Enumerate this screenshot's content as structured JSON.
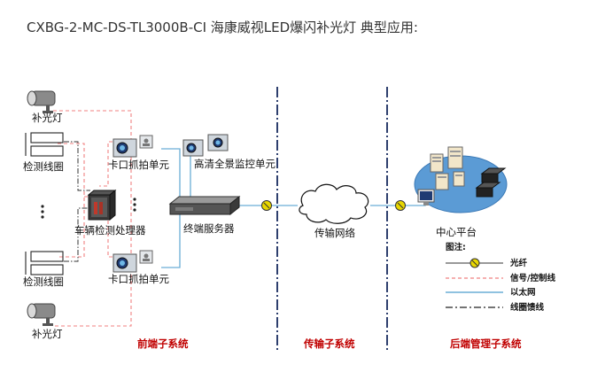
{
  "page": {
    "title": "CXBG-2-MC-DS-TL3000B-CI 海康威视LED爆闪补光灯 典型应用:"
  },
  "diagram": {
    "labels": {
      "fill_light_top": "补光灯",
      "coil_top": "检测线圈",
      "capture_unit_top": "卡口抓拍单元",
      "panorama_unit": "高清全景监控单元",
      "vehicle_processor": "车辆检测处理器",
      "terminal_server": "终端服务器",
      "network": "传输网络",
      "center": "中心平台",
      "coil_bottom": "检测线圈",
      "capture_unit_bottom": "卡口抓拍单元",
      "fill_light_bottom": "补光灯"
    },
    "subsystems": {
      "front": "前端子系统",
      "transport": "传输子系统",
      "backend": "后端管理子系统"
    },
    "legend": {
      "title": "图注:",
      "items": [
        {
          "label": "光纤"
        },
        {
          "label": "信号/控制线"
        },
        {
          "label": "以太网"
        },
        {
          "label": "线圈馈线"
        }
      ]
    },
    "colors": {
      "ethernet": "#6aaed6",
      "signal": "#f08080",
      "divider": "#2e3f6e",
      "subsystem_text": "#c00000",
      "fiber_marker": "#e8d700"
    }
  }
}
